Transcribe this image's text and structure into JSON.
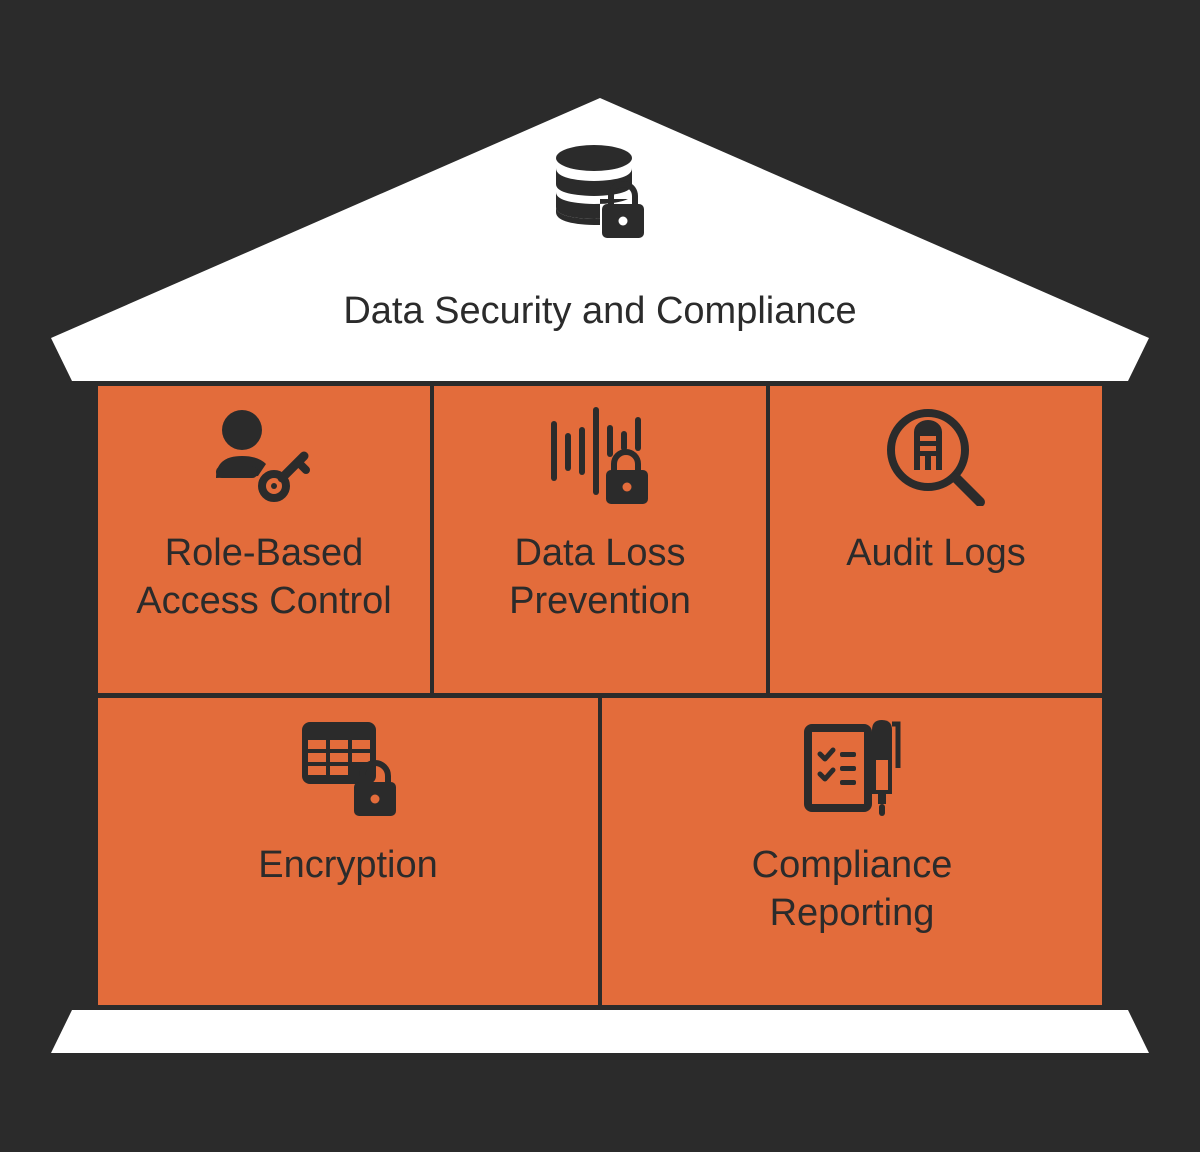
{
  "colors": {
    "background": "#2b2b2b",
    "roof": "#ffffff",
    "pillar": "#e36c3b",
    "ink": "#2b2b2b"
  },
  "roof": {
    "title": "Data Security and Compliance",
    "icon": "database-lock-icon"
  },
  "pillars": [
    {
      "id": "rbac",
      "lines": [
        "Role-Based",
        "Access Control"
      ],
      "icon": "user-key-icon"
    },
    {
      "id": "dlp",
      "lines": [
        "Data Loss",
        "Prevention"
      ],
      "icon": "soundwave-lock-icon"
    },
    {
      "id": "audit",
      "lines": [
        "Audit Logs"
      ],
      "icon": "magnifier-document-icon"
    },
    {
      "id": "encryption",
      "lines": [
        "Encryption"
      ],
      "icon": "table-lock-icon"
    },
    {
      "id": "compliance",
      "lines": [
        "Compliance",
        "Reporting"
      ],
      "icon": "checklist-pen-icon"
    }
  ]
}
